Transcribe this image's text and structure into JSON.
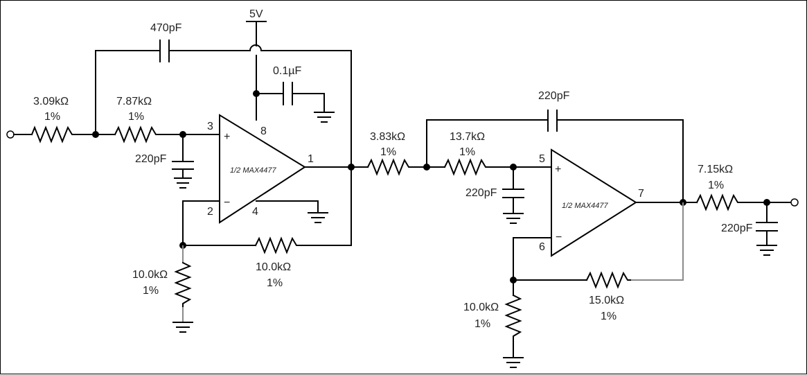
{
  "labels": {
    "supply": "5V",
    "c_fb1": "470pF",
    "c_bypass": "0.1µF",
    "r_in1": "3.09kΩ",
    "r_in1_tol": "1%",
    "r_in2": "7.87kΩ",
    "r_in2_tol": "1%",
    "c_gnd1": "220pF",
    "r_gain1": "10.0kΩ",
    "r_gain1_tol": "1%",
    "r_fb1": "10.0kΩ",
    "r_fb1_tol": "1%",
    "opamp1": "1/2  MAX4477",
    "opamp1_pin_plus": "3",
    "opamp1_pin_minus": "2",
    "opamp1_pin_out": "1",
    "opamp1_pin_vcc": "8",
    "opamp1_pin_gnd": "4",
    "r_in3": "3.83kΩ",
    "r_in3_tol": "1%",
    "r_in4": "13.7kΩ",
    "r_in4_tol": "1%",
    "c_fb2": "220pF",
    "c_gnd2": "220pF",
    "opamp2": "1/2  MAX4477",
    "opamp2_pin_plus": "5",
    "opamp2_pin_minus": "6",
    "opamp2_pin_out": "7",
    "r_gain2": "10.0kΩ",
    "r_gain2_tol": "1%",
    "r_fb2": "15.0kΩ",
    "r_fb2_tol": "1%",
    "r_out": "7.15kΩ",
    "r_out_tol": "1%",
    "c_out": "220pF",
    "plus": "+",
    "minus": "−"
  }
}
